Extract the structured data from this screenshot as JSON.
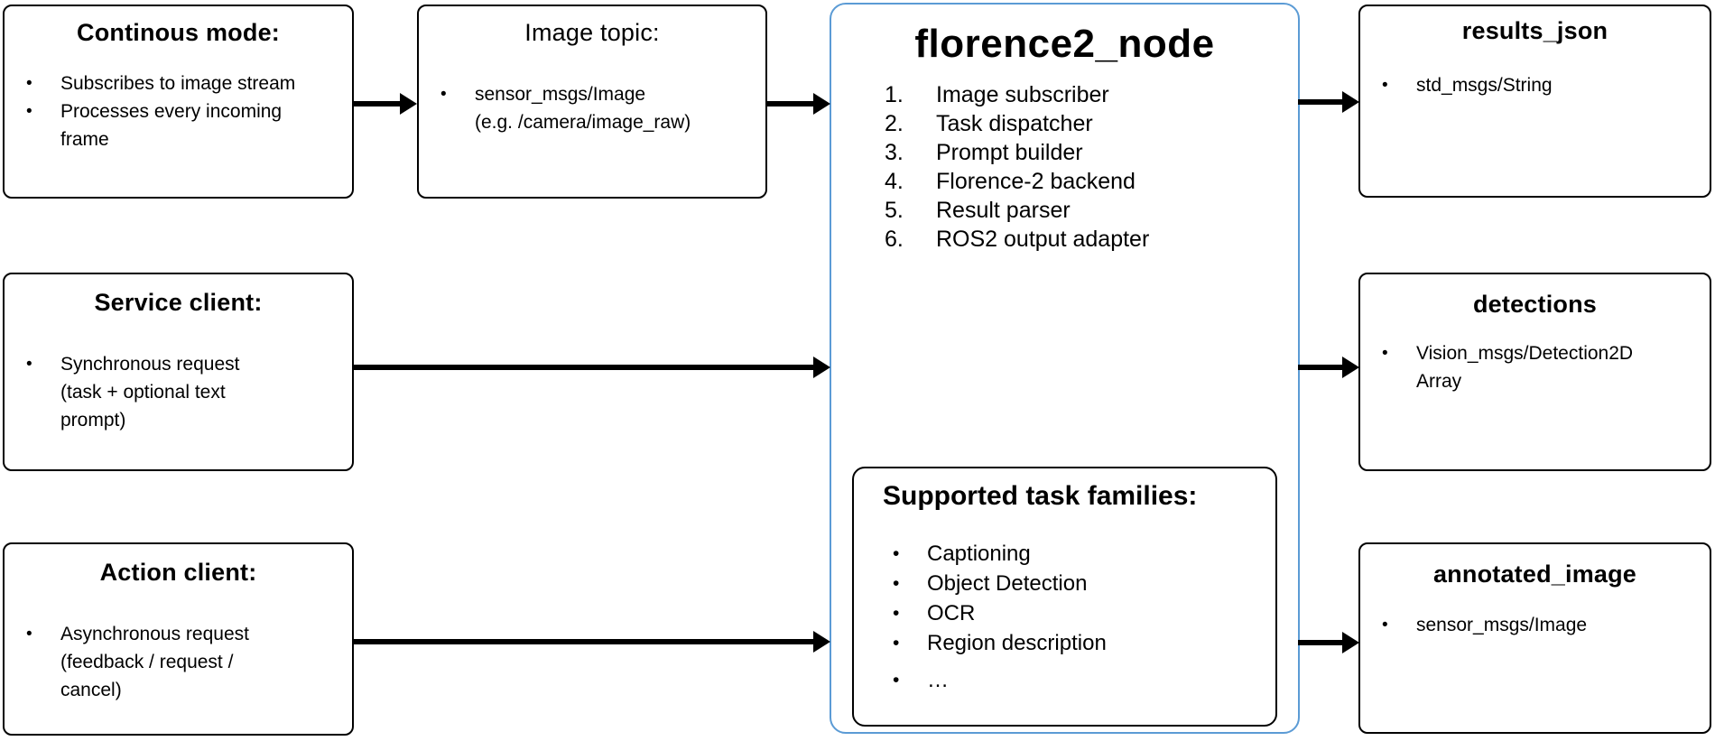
{
  "colors": {
    "node_border": "#5B9BD5",
    "box_border": "#000000",
    "arrow": "#000000",
    "background": "#FFFFFF",
    "text": "#000000"
  },
  "boxes": {
    "continuous_mode": {
      "heading": "Continous mode:",
      "bullets": [
        [
          "Subscribes to image stream"
        ],
        [
          "Processes every incoming",
          "frame"
        ]
      ]
    },
    "image_topic": {
      "heading": "Image topic:",
      "bullets": [
        [
          "sensor_msgs/Image",
          "(e.g. /camera/image_raw)"
        ]
      ]
    },
    "service_client": {
      "heading": "Service client:",
      "bullets": [
        [
          "Synchronous request",
          "(task + optional text",
          "prompt)"
        ]
      ]
    },
    "action_client": {
      "heading": "Action client:",
      "bullets": [
        [
          "Asynchronous request",
          "(feedback / request /",
          "cancel)"
        ]
      ]
    },
    "node": {
      "title": "florence2_node",
      "components": [
        "Image subscriber",
        "Task dispatcher",
        "Prompt builder",
        "Florence-2 backend",
        "Result parser",
        "ROS2 output adapter"
      ]
    },
    "supported_tasks": {
      "heading": "Supported task families:",
      "bullets": [
        [
          "Captioning"
        ],
        [
          "Object Detection"
        ],
        [
          "OCR"
        ],
        [
          "Region description"
        ],
        [
          "…"
        ]
      ]
    },
    "results_json": {
      "heading": "results_json",
      "bullets": [
        [
          "std_msgs/String"
        ]
      ]
    },
    "detections": {
      "heading": "detections",
      "bullets": [
        [
          "Vision_msgs/Detection2D",
          "Array"
        ]
      ]
    },
    "annotated_image": {
      "heading": "annotated_image",
      "bullets": [
        [
          "sensor_msgs/Image"
        ]
      ]
    }
  }
}
